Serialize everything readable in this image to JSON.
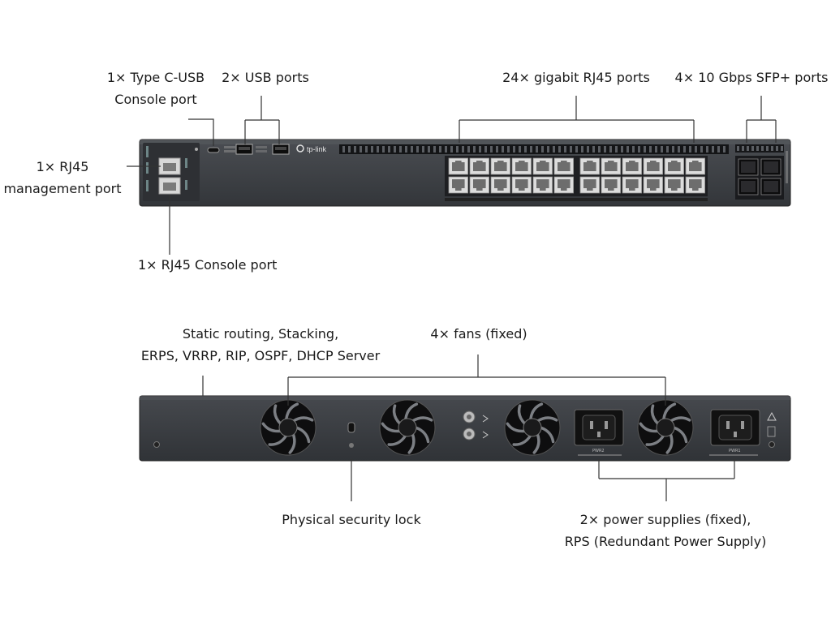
{
  "callouts": {
    "typec_console": [
      "1× Type C-USB",
      "Console port"
    ],
    "usb_ports": "2× USB ports",
    "rj45_ports": "24× gigabit RJ45 ports",
    "sfp_ports": "4× 10 Gbps SFP+ ports",
    "mgmt_port": [
      "1× RJ45",
      "management port"
    ],
    "rj45_console": "1× RJ45 Console port",
    "features": [
      "Static routing, Stacking,",
      "ERPS, VRRP, RIP, OSPF, DHCP Server"
    ],
    "fans": "4× fans (fixed)",
    "security_lock": "Physical security lock",
    "power": [
      "2× power supplies (fixed),",
      "RPS (Redundant Power Supply)"
    ]
  },
  "device": {
    "brand": "tp-link",
    "psu_labels": [
      "PWR2",
      "PWR1"
    ]
  },
  "colors": {
    "chassis": "#3d4045",
    "chassis_edge": "#2a2c30",
    "line": "#333333"
  }
}
